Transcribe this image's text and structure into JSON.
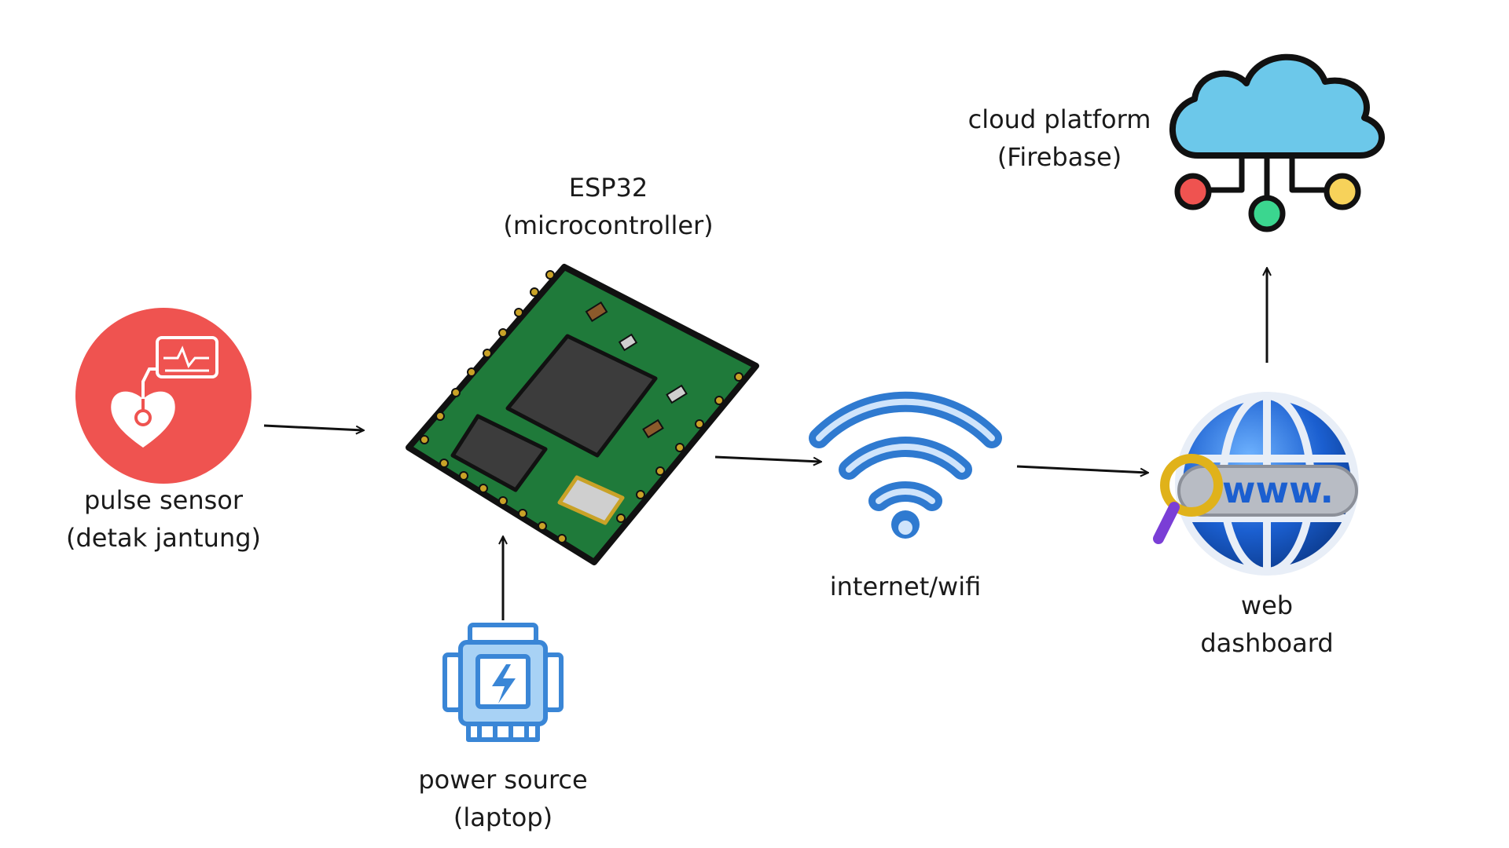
{
  "nodes": {
    "pulse_sensor": {
      "line1": "pulse sensor",
      "line2": "(detak jantung)",
      "icon": "heart-monitor-icon",
      "color": "#ef5350"
    },
    "esp32": {
      "line1": "ESP32",
      "line2": "(microcontroller)",
      "icon": "circuit-board-icon",
      "color": "#1f7a3a"
    },
    "power_source": {
      "line1": "power source",
      "line2": "(laptop)",
      "icon": "power-supply-icon",
      "color": "#3a86d6"
    },
    "internet": {
      "line1": "internet/wifi",
      "icon": "wifi-icon",
      "color": "#2f7ad0"
    },
    "web_dashboard": {
      "line1": "web",
      "line2": "dashboard",
      "icon": "www-globe-icon",
      "color": "#1b5fd0",
      "badge": "www."
    },
    "cloud": {
      "line1": "cloud platform",
      "line2": "(Firebase)",
      "icon": "cloud-network-icon",
      "color": "#6cc8ea"
    }
  },
  "edges": [
    {
      "from": "pulse_sensor",
      "to": "esp32"
    },
    {
      "from": "power_source",
      "to": "esp32"
    },
    {
      "from": "esp32",
      "to": "internet"
    },
    {
      "from": "internet",
      "to": "web_dashboard"
    },
    {
      "from": "web_dashboard",
      "to": "cloud"
    }
  ]
}
